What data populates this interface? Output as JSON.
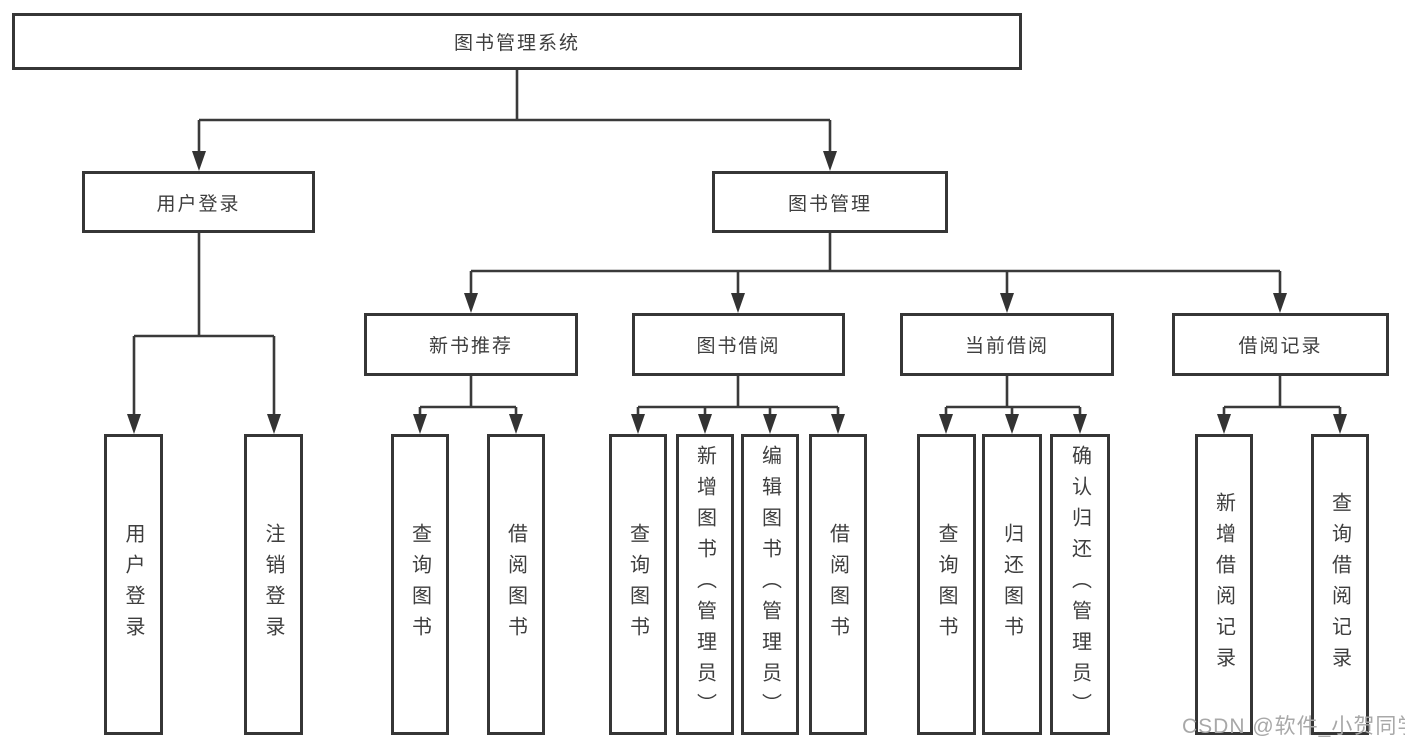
{
  "diagram_type": "functional-structure-tree",
  "tree": {
    "root": {
      "label": "图书管理系统"
    },
    "level2": [
      {
        "label": "用户登录"
      },
      {
        "label": "图书管理"
      }
    ],
    "level3": [
      {
        "label": "新书推荐",
        "parent": "图书管理"
      },
      {
        "label": "图书借阅",
        "parent": "图书管理"
      },
      {
        "label": "当前借阅",
        "parent": "图书管理"
      },
      {
        "label": "借阅记录",
        "parent": "图书管理"
      }
    ],
    "leaves": [
      {
        "label": "用户登录",
        "parent": "用户登录"
      },
      {
        "label": "注销登录",
        "parent": "用户登录"
      },
      {
        "label": "查询图书",
        "parent": "新书推荐"
      },
      {
        "label": "借阅图书",
        "parent": "新书推荐"
      },
      {
        "label": "查询图书",
        "parent": "图书借阅"
      },
      {
        "label": "新增图书（管理员）",
        "parent": "图书借阅"
      },
      {
        "label": "编辑图书（管理员）",
        "parent": "图书借阅"
      },
      {
        "label": "借阅图书",
        "parent": "图书借阅"
      },
      {
        "label": "查询图书",
        "parent": "当前借阅"
      },
      {
        "label": "归还图书",
        "parent": "当前借阅"
      },
      {
        "label": "确认归还（管理员）",
        "parent": "当前借阅"
      },
      {
        "label": "新增借阅记录",
        "parent": "借阅记录"
      },
      {
        "label": "查询借阅记录",
        "parent": "借阅记录"
      }
    ]
  },
  "watermark": "CSDN @软件_小贺同学",
  "colors": {
    "line": "#3a3a3a",
    "box_border": "#363636",
    "text": "#3e3e3e",
    "background": "#ffffff",
    "watermark": "#a8a8a8"
  }
}
